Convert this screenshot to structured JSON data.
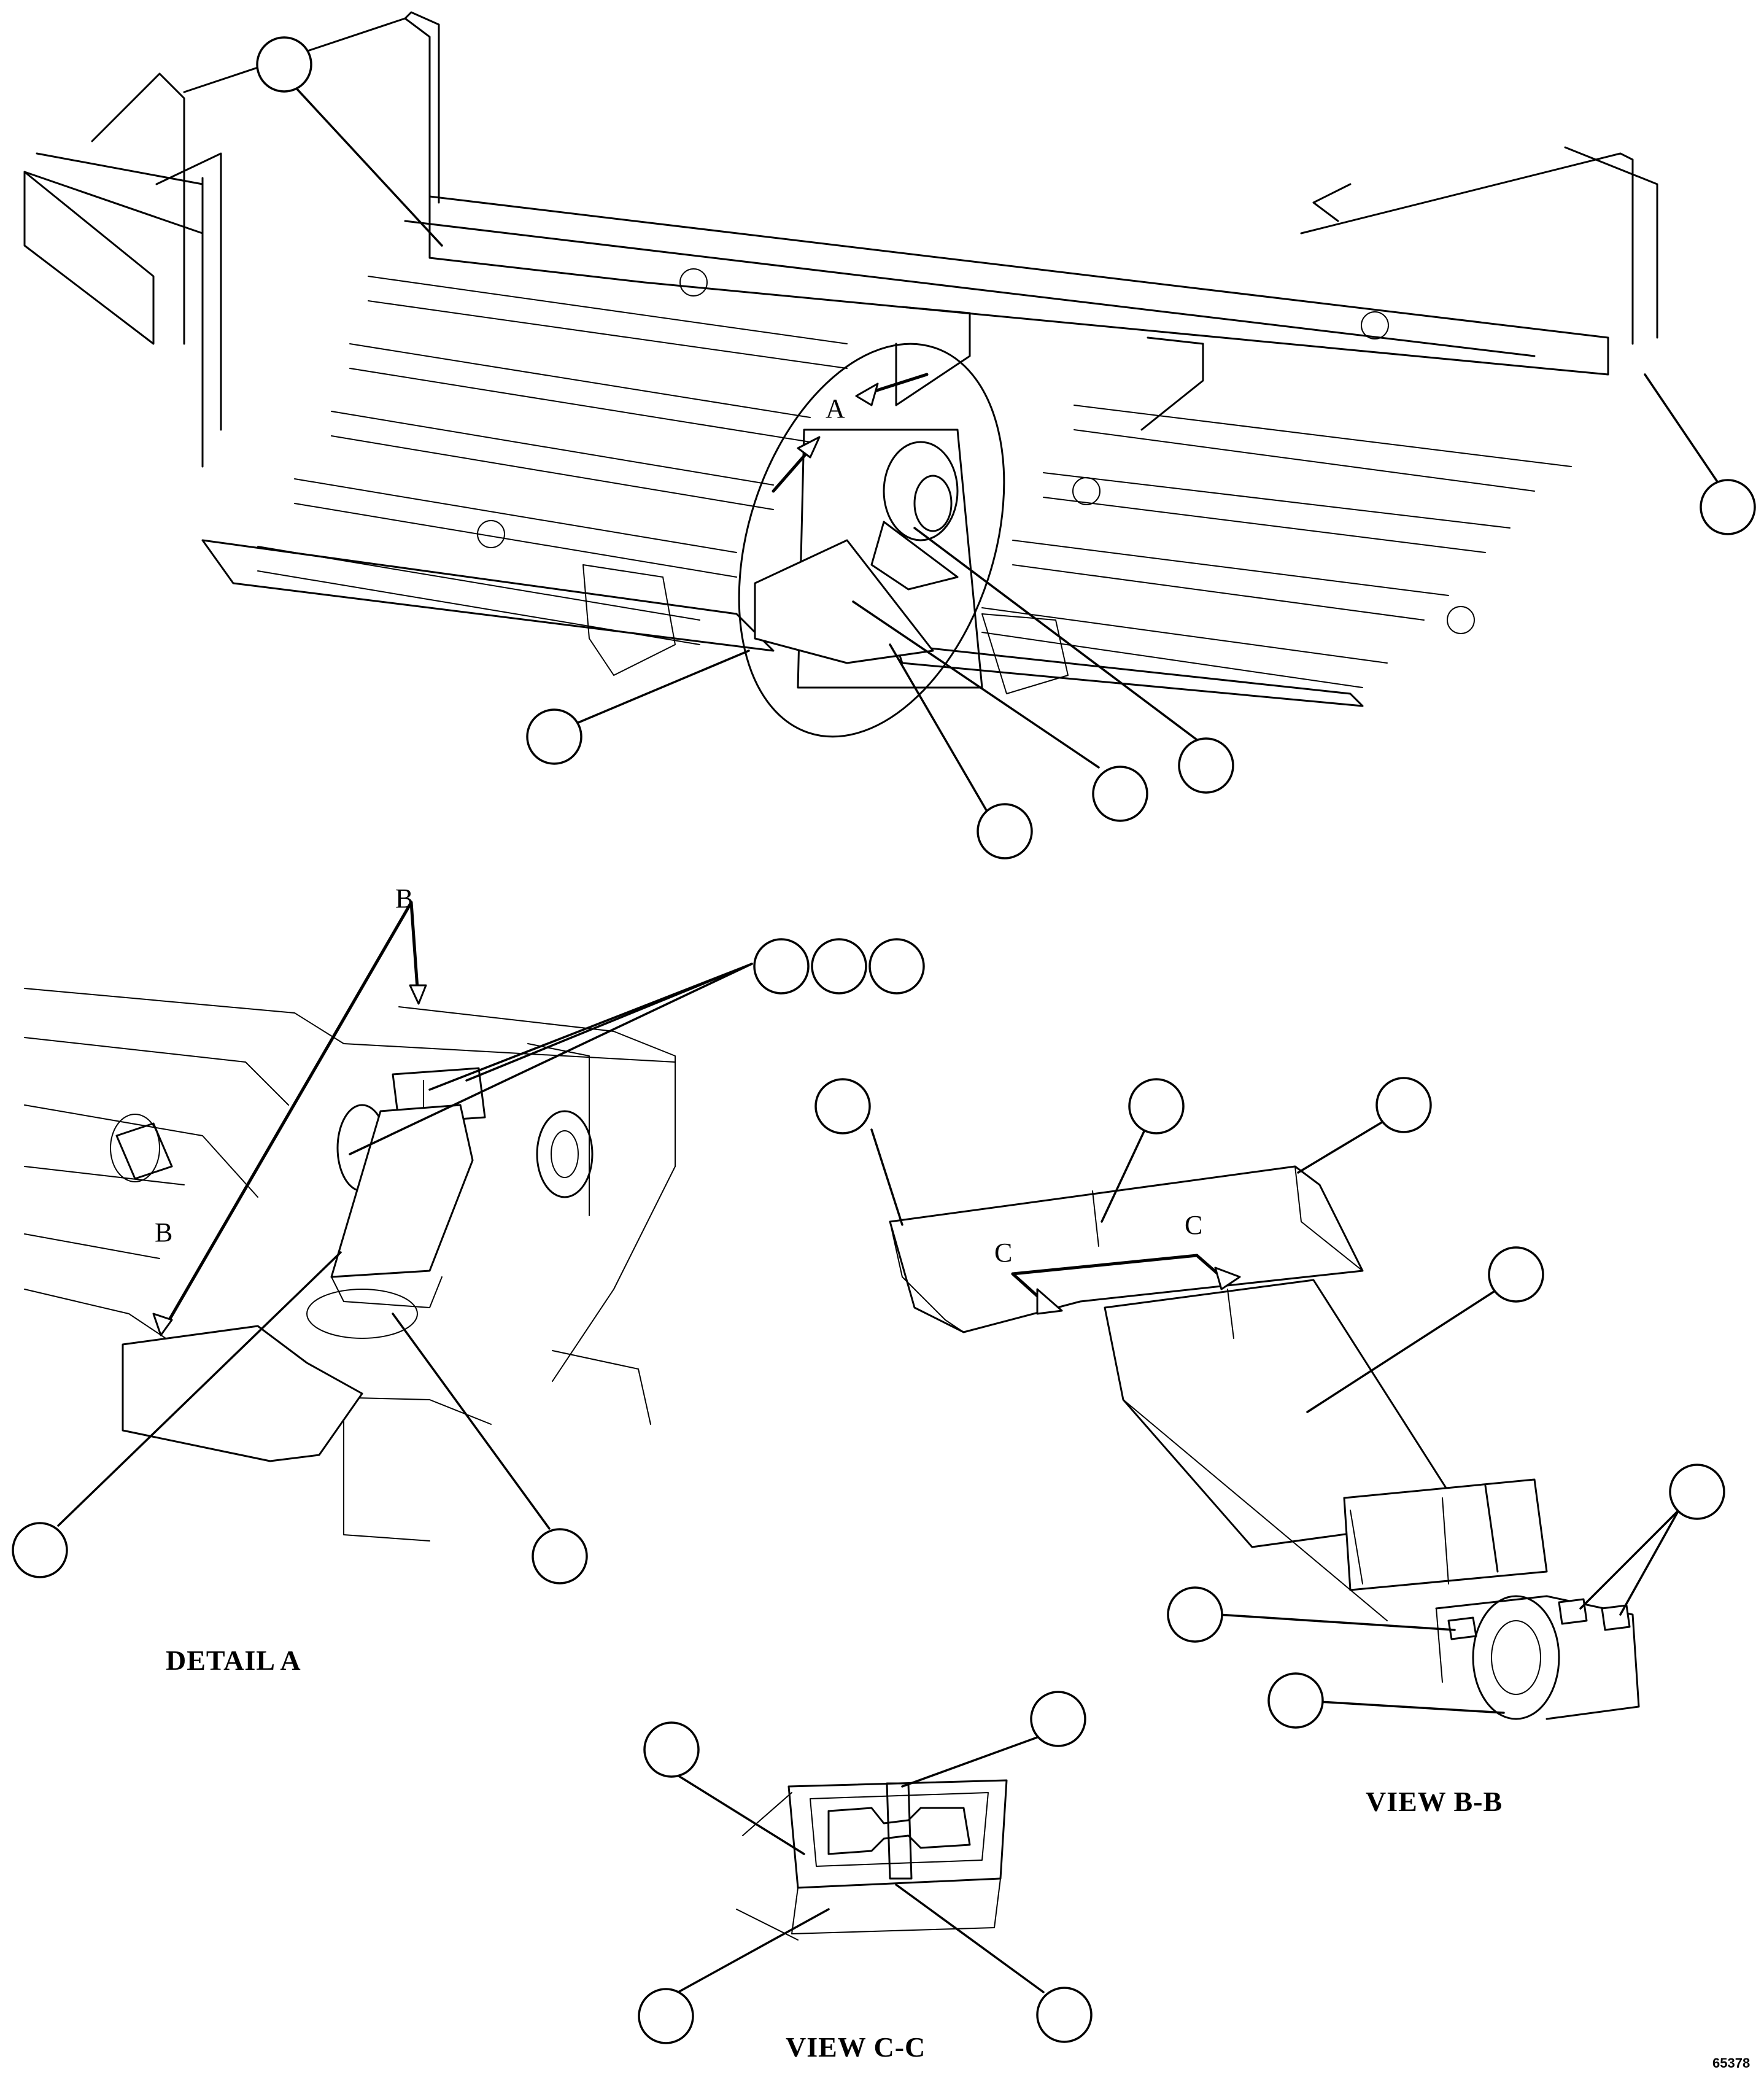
{
  "labels": {
    "detail_a": "DETAIL A",
    "view_bb": "VIEW  B-B",
    "view_cc": "VIEW  C-C",
    "figure_number": "65378",
    "section_a": "A",
    "section_b_top": "B",
    "section_b_left": "B",
    "section_c_left": "C",
    "section_c_right": "C"
  }
}
